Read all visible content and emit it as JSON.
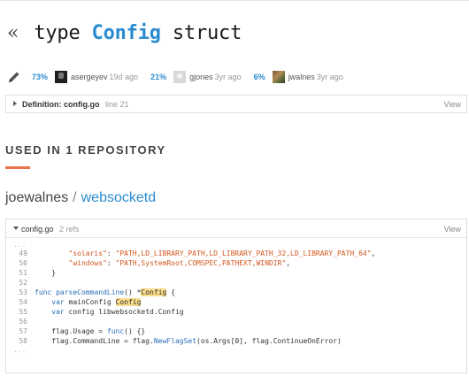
{
  "title": {
    "back": "«",
    "keyword": "type",
    "name": "Config",
    "kind": "struct"
  },
  "contributors": [
    {
      "percent": "73%",
      "user": "asergeyev",
      "ago": "19d ago"
    },
    {
      "percent": "21%",
      "user": "gjones",
      "ago": "3yr ago"
    },
    {
      "percent": "6%",
      "user": "jwalnes",
      "ago": "3yr ago"
    }
  ],
  "definition": {
    "label": "Definition:",
    "file": "config.go",
    "line": "line 21",
    "view": "View"
  },
  "used_in": "USED IN 1 REPOSITORY",
  "repo": {
    "owner": "joewalnes",
    "slash": "/",
    "name": "websocketd"
  },
  "file": {
    "name": "config.go",
    "refs": "2 refs",
    "view": "View"
  },
  "code": {
    "dots_top": "...",
    "dots_bottom": "...",
    "lines": [
      {
        "n": "49",
        "indent": "        ",
        "t": [
          [
            "str",
            "\"solaris\""
          ],
          [
            "",
            ": "
          ],
          [
            "str",
            "\"PATH,LD_LIBRARY_PATH,LD_LIBRARY_PATH_32,LD_LIBRARY_PATH_64\""
          ],
          [
            "",
            ","
          ]
        ]
      },
      {
        "n": "50",
        "indent": "        ",
        "t": [
          [
            "str",
            "\"windows\""
          ],
          [
            "",
            ": "
          ],
          [
            "str",
            "\"PATH,SystemRoot,COMSPEC,PATHEXT,WINDIR\""
          ],
          [
            "",
            ","
          ]
        ]
      },
      {
        "n": "51",
        "indent": "    ",
        "t": [
          [
            "",
            "}"
          ]
        ]
      },
      {
        "n": "52",
        "indent": "",
        "t": []
      },
      {
        "n": "53",
        "indent": "",
        "t": [
          [
            "kw",
            "func "
          ],
          [
            "fn",
            "parseCommandLine"
          ],
          [
            "",
            "() *"
          ],
          [
            "hl",
            "Config"
          ],
          [
            "",
            " {"
          ]
        ]
      },
      {
        "n": "54",
        "indent": "    ",
        "t": [
          [
            "kw",
            "var "
          ],
          [
            "",
            "mainConfig "
          ],
          [
            "hl",
            "Config"
          ]
        ]
      },
      {
        "n": "55",
        "indent": "    ",
        "t": [
          [
            "kw",
            "var "
          ],
          [
            "",
            "config libwebsocketd.Config"
          ]
        ]
      },
      {
        "n": "56",
        "indent": "",
        "t": []
      },
      {
        "n": "57",
        "indent": "    ",
        "t": [
          [
            "",
            "flag.Usage = "
          ],
          [
            "kw",
            "func"
          ],
          [
            "",
            "() {}"
          ]
        ]
      },
      {
        "n": "58",
        "indent": "    ",
        "t": [
          [
            "",
            "flag.CommandLine = flag."
          ],
          [
            "fn",
            "NewFlagSet"
          ],
          [
            "",
            "(os.Args[0], flag.ContinueOnError)"
          ]
        ]
      }
    ]
  }
}
